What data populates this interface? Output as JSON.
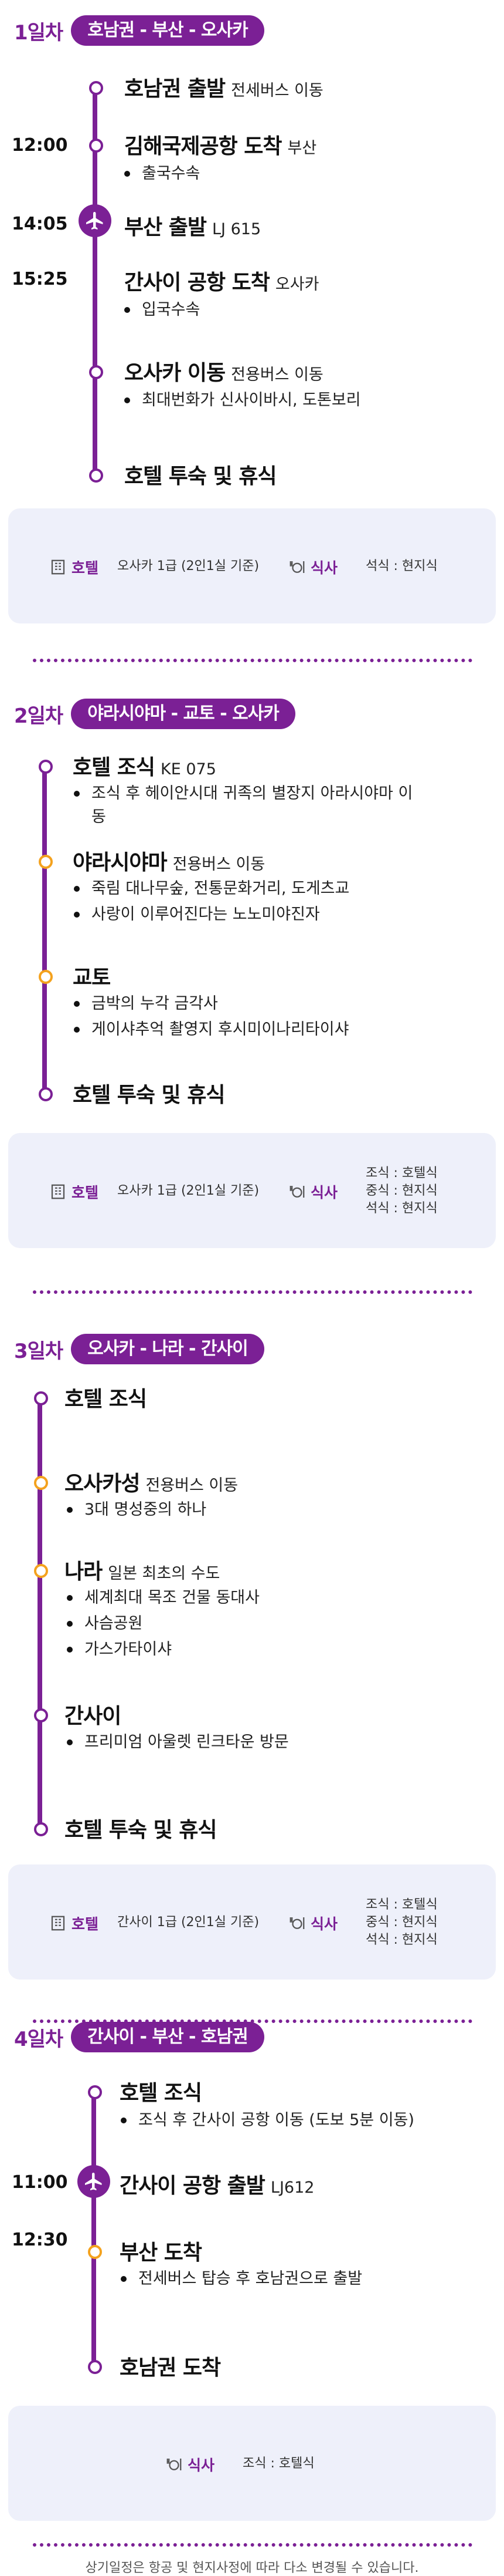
{
  "days": [
    {
      "num": "1일차",
      "route": "호남권 - 부산 - 오사카",
      "stops": [
        {
          "title": "호남권 출발",
          "sub": "전세버스 이동"
        },
        {
          "time": "12:00",
          "title": "김해국제공항 도착",
          "sub": "부산",
          "bullets": [
            "출국수속"
          ]
        },
        {
          "time": "14:05",
          "title": "부산 출발",
          "sub": "LJ 615"
        },
        {
          "time": "15:25",
          "title": "간사이 공항 도착",
          "sub": "오사카",
          "bullets": [
            "입국수속"
          ]
        },
        {
          "title": "오사카 이동",
          "sub": "전용버스 이동",
          "bullets": [
            "최대번화가 신사이바시, 도톤보리"
          ]
        },
        {
          "title": "호텔 투숙 및 휴식"
        }
      ],
      "info": {
        "hotel_label": "호텔",
        "hotel": "오사카 1급 (2인1실 기준)",
        "meal_label": "식사",
        "meals": [
          "석식 : 현지식"
        ]
      }
    },
    {
      "num": "2일차",
      "route": "야라시야마 - 교토 - 오사카",
      "stops": [
        {
          "title": "호텔 조식",
          "sub": "KE 075",
          "bullets": [
            "조식 후 헤이안시대 귀족의 별장지 아라시야마 이동"
          ]
        },
        {
          "title": "야라시야마",
          "sub": "전용버스 이동",
          "bullets": [
            "죽림 대나무숲, 전통문화거리, 도게츠교",
            "사랑이 이루어진다는 노노미야진자"
          ]
        },
        {
          "title": "교토",
          "bullets": [
            "금박의 누각 금각사",
            "게이샤추억 촬영지 후시미이나리타이샤"
          ]
        },
        {
          "title": "호텔 투숙 및 휴식"
        }
      ],
      "info": {
        "hotel_label": "호텔",
        "hotel": "오사카 1급 (2인1실 기준)",
        "meal_label": "식사",
        "meals": [
          "조식 : 호텔식",
          "중식 : 현지식",
          "석식 : 현지식"
        ]
      }
    },
    {
      "num": "3일차",
      "route": "오사카 - 나라 - 간사이",
      "stops": [
        {
          "title": "호텔 조식"
        },
        {
          "title": "오사카성",
          "sub": "전용버스 이동",
          "bullets": [
            "3대 명성중의 하나"
          ]
        },
        {
          "title": "나라",
          "sub": "일본 최초의 수도",
          "bullets": [
            "세계최대 목조 건물 동대사",
            "사슴공원",
            "가스가타이샤"
          ]
        },
        {
          "title": "간사이",
          "bullets": [
            "프리미엄 아울렛 린크타운 방문"
          ]
        },
        {
          "title": "호텔 투숙 및 휴식"
        }
      ],
      "info": {
        "hotel_label": "호텔",
        "hotel": "간사이 1급 (2인1실 기준)",
        "meal_label": "식사",
        "meals": [
          "조식 : 호텔식",
          "중식 : 현지식",
          "석식 : 현지식"
        ]
      }
    },
    {
      "num": "4일차",
      "route": "간사이 - 부산 - 호남권",
      "stops": [
        {
          "title": "호텔 조식",
          "bullets": [
            "조식 후 간사이 공항 이동 (도보 5분 이동)"
          ]
        },
        {
          "time": "11:00",
          "title": "간사이 공항 출발",
          "sub": "LJ612"
        },
        {
          "time": "12:30",
          "title": "부산 도착",
          "bullets": [
            "전세버스 탑승 후 호남권으로 출발"
          ]
        },
        {
          "title": "호남권 도착"
        }
      ],
      "info": {
        "meal_label": "식사",
        "meals": [
          "조식 : 호텔식"
        ]
      }
    }
  ],
  "footer": "상기일정은 항공 및 현지사정에 따라 다소 변경될 수 있습니다.",
  "colors": {
    "brand": "#7b2095",
    "accent": "#f4a21e",
    "panel": "#eef0fa"
  },
  "icons": {
    "plane": "airplane-icon",
    "hotel": "building-icon",
    "meal": "meal-icon"
  }
}
